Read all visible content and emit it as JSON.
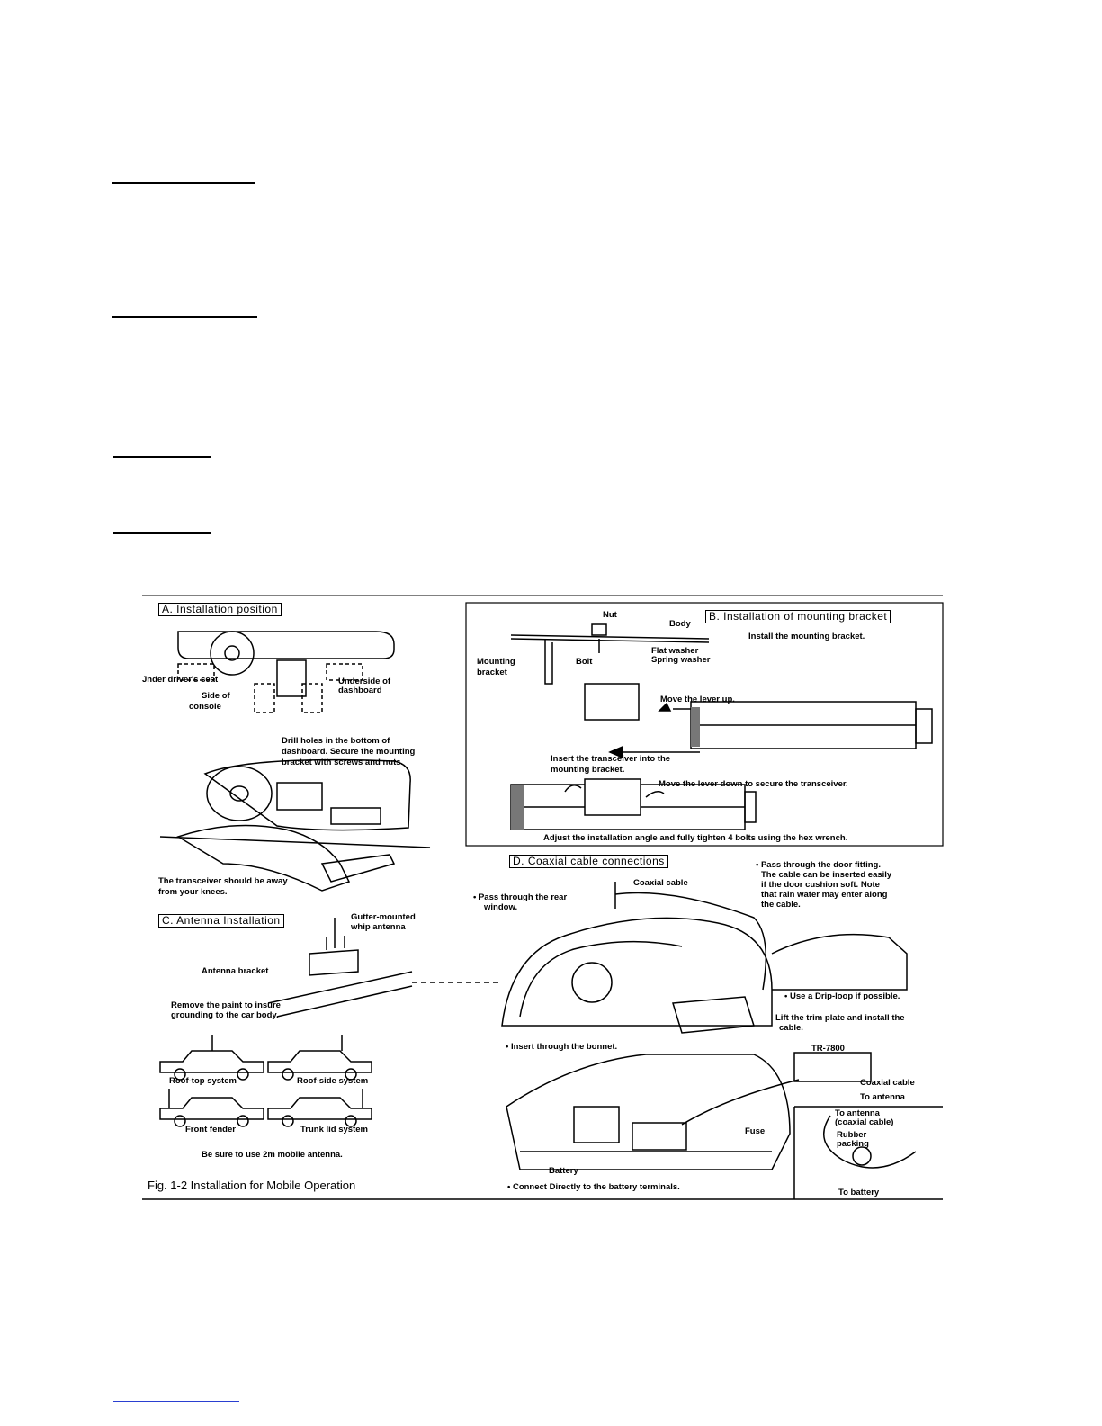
{
  "figure": {
    "caption": "Fig. 1-2 Installation for Mobile Operation",
    "panel_a": {
      "header": "A.  Installation position",
      "labels": {
        "under_seat": "Jnder driver's seat",
        "underside_dash_1": "Underside of",
        "underside_dash_2": "dashboard",
        "console_1": "Side of",
        "console_2": "console",
        "drill_1": "Drill holes in the bottom of",
        "drill_2": "dashboard.  Secure the mounting",
        "drill_3": "bracket with screws and nuts.",
        "knees_1": "The transceiver should be away",
        "knees_2": "from your knees."
      }
    },
    "panel_b": {
      "header": "B.  Installation of mounting bracket",
      "labels": {
        "nut": "Nut",
        "body": "Body",
        "install": "Install the mounting bracket.",
        "mounting_1": "Mounting",
        "mounting_2": "bracket",
        "bolt": "Bolt",
        "flat_washer": "Flat washer",
        "spring_washer": "Spring washer",
        "lever_up": "Move the lever up.",
        "insert_1": "Insert the transceiver into the",
        "insert_2": "mounting bracket.",
        "lever_down": "Move the lever down to secure the transceiver.",
        "adjust": "Adjust the installation angle and fully tighten 4 bolts using the hex wrench."
      }
    },
    "panel_c": {
      "header": "C.  Antenna Installation",
      "labels": {
        "gutter_1": "Gutter-mounted",
        "gutter_2": "whip antenna",
        "bracket": "Antenna bracket",
        "paint_1": "Remove the paint to insure",
        "paint_2": "grounding to the car body.",
        "roof_top": "Roof-top system",
        "roof_side": "Roof-side system",
        "front_fender": "Front fender",
        "trunk_lid": "Trunk lid system",
        "use_2m": "Be sure to use 2m mobile antenna."
      }
    },
    "panel_d": {
      "header": "D.  Coaxial cable connections",
      "labels": {
        "door_1": "• Pass through the door fitting.",
        "door_2": "The cable can be inserted easily",
        "door_3": "if the door cushion soft.  Note",
        "door_4": "that rain water may enter along",
        "door_5": "the cable.",
        "coaxial": "Coaxial cable",
        "rear_1": "• Pass through the rear",
        "rear_2": "window.",
        "drip": "• Use a Drip-loop if possible.",
        "trim_1": "Lift the trim plate and install the",
        "trim_2": "cable.",
        "bonnet": "• Insert through the bonnet.",
        "model": "TR-7800",
        "coaxial_2": "Coaxial cable",
        "to_antenna": "To antenna",
        "to_antenna_2a": "To antenna",
        "to_antenna_2b": "(coaxial cable)",
        "fuse": "Fuse",
        "rubber_1": "Rubber",
        "rubber_2": "packing",
        "battery": "Battery",
        "connect": "• Connect Directly to the battery terminals.",
        "to_battery": "To battery"
      }
    }
  }
}
